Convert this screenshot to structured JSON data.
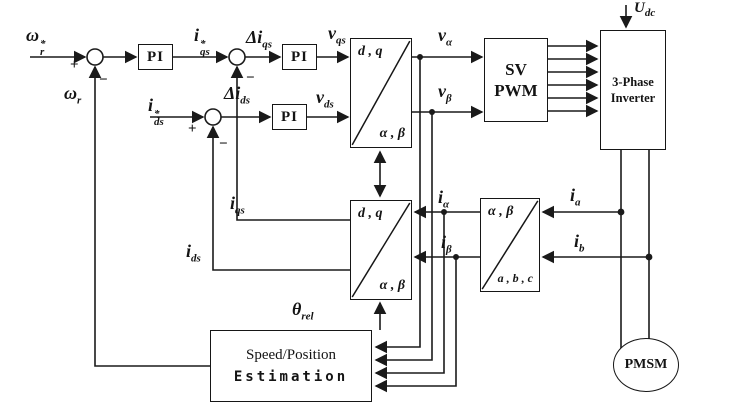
{
  "diagram": {
    "signals": {
      "speed_ref": {
        "base": "ω",
        "sub": "r",
        "sup": "*"
      },
      "speed_fb": {
        "base": "ω",
        "sub": "r"
      },
      "iq_ref": {
        "base": "i",
        "sub": "qs",
        "sup": "*"
      },
      "iq_err": {
        "base": "Δi",
        "sub": "qs"
      },
      "vq": {
        "base": "v",
        "sub": "qs"
      },
      "id_ref": {
        "base": "i",
        "sub": "ds",
        "sup": "*"
      },
      "id_err": {
        "base": "Δi",
        "sub": "ds"
      },
      "vd": {
        "base": "v",
        "sub": "ds"
      },
      "v_alpha": {
        "base": "v",
        "sub": "α"
      },
      "v_beta": {
        "base": "v",
        "sub": "β"
      },
      "i_alpha": {
        "base": "i",
        "sub": "α"
      },
      "i_beta": {
        "base": "i",
        "sub": "β"
      },
      "iq_fb": {
        "base": "i",
        "sub": "qs"
      },
      "id_fb": {
        "base": "i",
        "sub": "ds"
      },
      "i_a": {
        "base": "i",
        "sub": "a"
      },
      "i_b": {
        "base": "i",
        "sub": "b"
      },
      "theta": {
        "base": "θ",
        "sub": "rel"
      },
      "u_dc": {
        "base": "U",
        "sub": "dc"
      }
    },
    "blocks": {
      "pi": "PI",
      "dq_frame": "d , q",
      "alphabeta_frame": "α , β",
      "abc_frame": "a , b , c",
      "svpwm_line1": "SV",
      "svpwm_line2": "PWM",
      "inverter_line1": "3-Phase",
      "inverter_line2": "Inverter",
      "estimation_line1": "Speed/Position",
      "estimation_line2": "Estimation",
      "pmsm": "PMSM"
    },
    "signs": {
      "plus": "+",
      "minus": "−"
    },
    "colors": {
      "line": "#1a1a1a",
      "background": "#ffffff"
    }
  }
}
